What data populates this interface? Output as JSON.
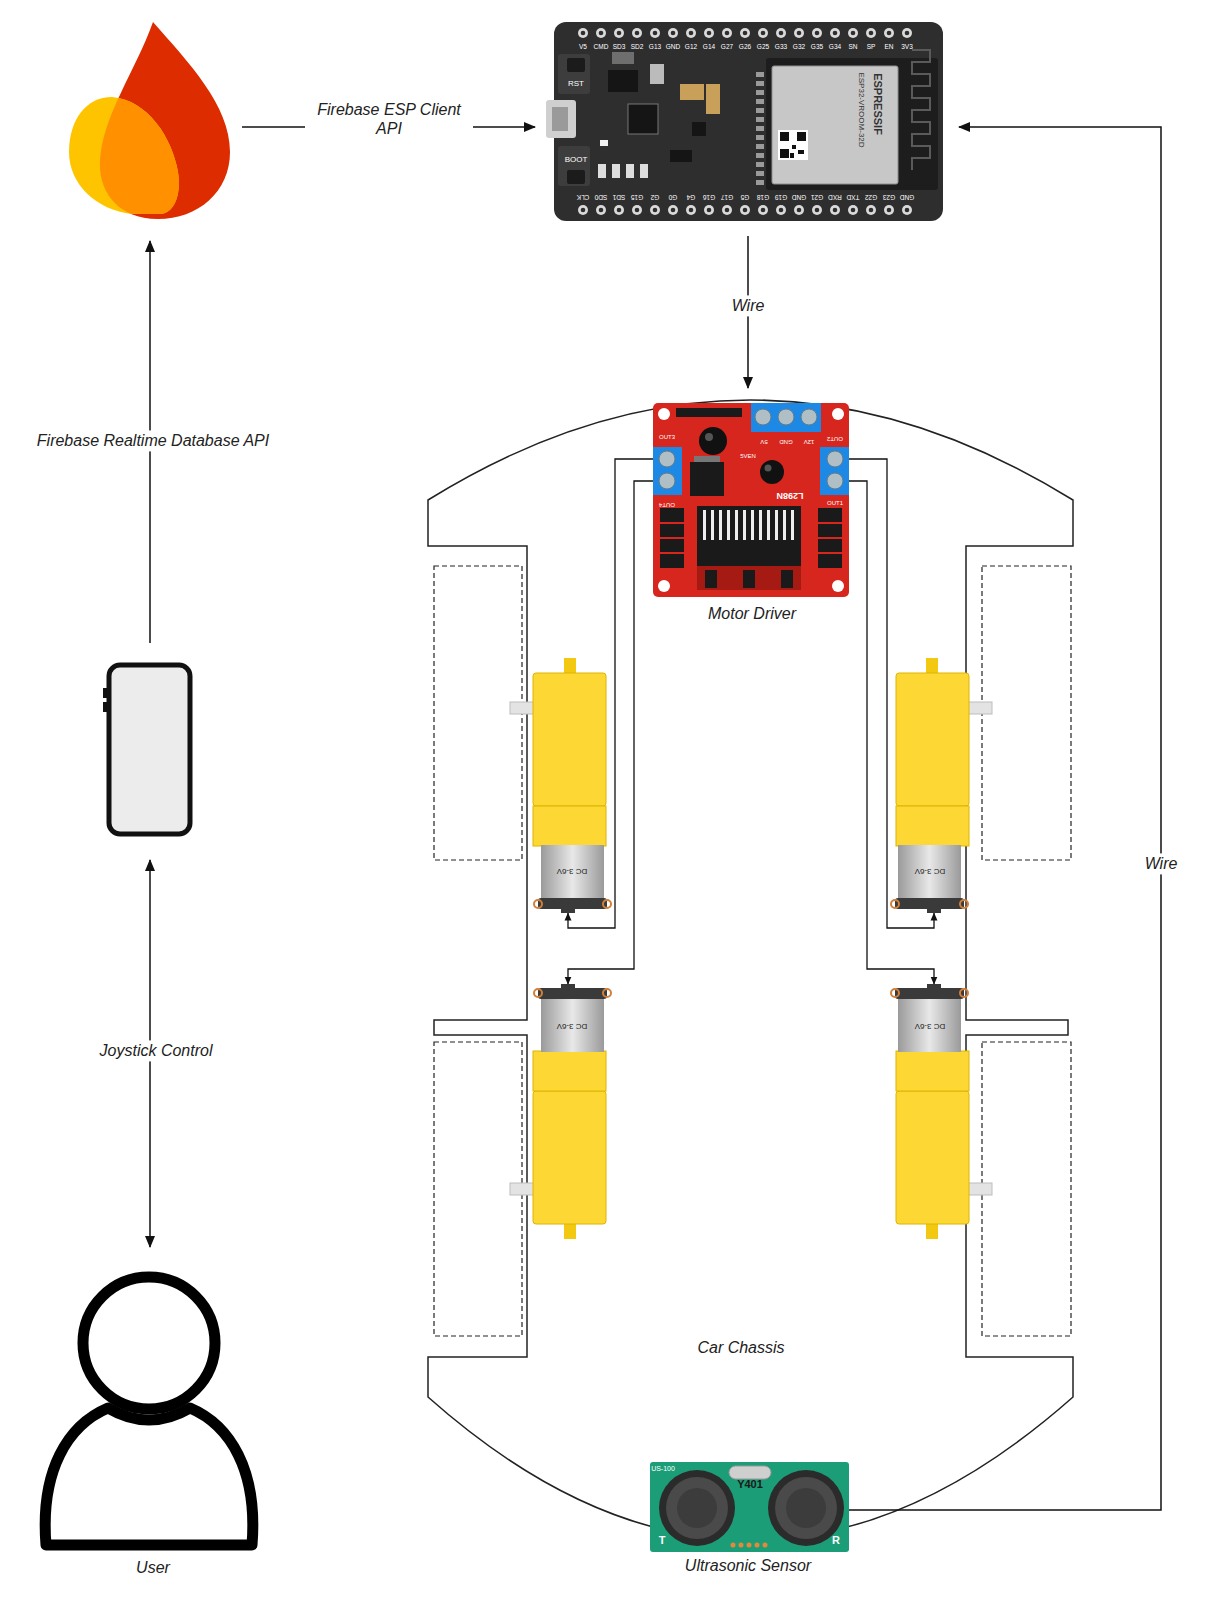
{
  "diagram": {
    "nodes": [
      {
        "text": []
      },
      {
        "text": [
          "ESPRESSIF",
          "ESP32-VROOM-32D"
        ]
      },
      {
        "text": [
          "Car Chassis"
        ]
      },
      {
        "text": [
          "Motor Driver"
        ],
        "in": 2
      },
      {
        "text": [
          "DC 3-6V"
        ],
        "in": 2
      },
      {
        "text": [
          "DC 3-6V"
        ],
        "in": 2
      },
      {
        "text": [
          "DC 3-6V"
        ],
        "in": 2
      },
      {
        "text": [
          "DC 3-6V"
        ],
        "in": 2
      },
      {
        "text": []
      },
      {
        "text": [
          "Ultrasonic Sensor"
        ]
      },
      {
        "text": [
          "User"
        ]
      }
    ],
    "edges": [
      {
        "from": 0,
        "to": 1,
        "label": "Firebase ESP Client API",
        "arrow": "to"
      },
      {
        "from": 1,
        "to": 3,
        "label": "Wire",
        "arrow": "to"
      },
      {
        "from": 3,
        "to": 4,
        "arrow": "to"
      },
      {
        "from": 3,
        "to": 5,
        "arrow": "to"
      },
      {
        "from": 3,
        "to": 6,
        "arrow": "to"
      },
      {
        "from": 3,
        "to": 7,
        "arrow": "to"
      },
      {
        "from": 9,
        "to": 1,
        "label": "Wire",
        "arrow": "to"
      },
      {
        "from": 8,
        "to": 0,
        "label": "Firebase Realtime Database API",
        "arrow": "to"
      },
      {
        "from": 10,
        "to": 8,
        "label": "Joystick Control",
        "arrow": "both"
      }
    ],
    "labels": [
      "V5",
      "CMD",
      "SD3",
      "SD2",
      "G13",
      "GND",
      "G12",
      "G14",
      "G27",
      "G26",
      "G25",
      "G33",
      "G32",
      "G35",
      "G34",
      "SN",
      "SP",
      "EN",
      "3V3",
      "CLK",
      "SD0",
      "SD1",
      "G15",
      "G2",
      "G0",
      "G4",
      "G16",
      "G17",
      "G5",
      "G18",
      "G19",
      "GND",
      "G21",
      "RXD",
      "TXD",
      "G22",
      "G23",
      "GND",
      "RST",
      "BOOT",
      "OUT3",
      "OUT4",
      "OUT2",
      "OUT1",
      "L298N",
      "5V",
      "GND",
      "12V",
      "5VEN",
      "US-100",
      "Y401",
      "T",
      "R"
    ]
  }
}
